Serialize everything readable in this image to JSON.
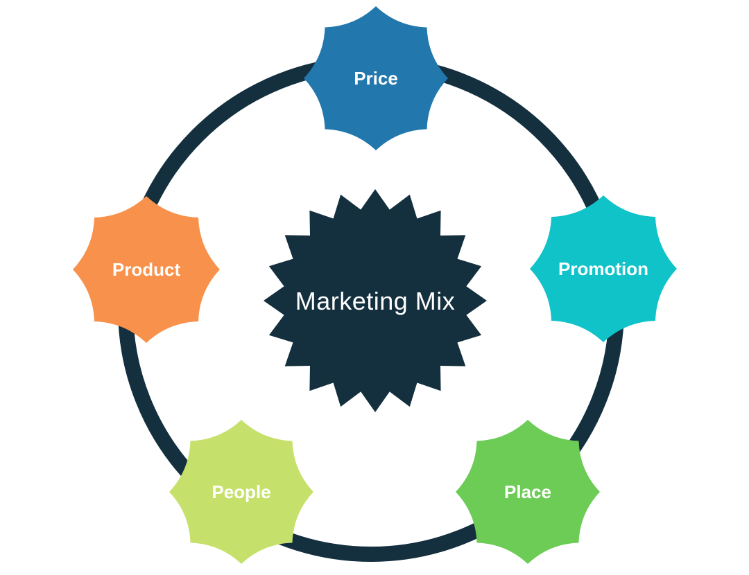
{
  "diagram": {
    "background_color": "#ffffff",
    "ring": {
      "color": "#142f3e"
    },
    "center": {
      "label": "Marketing Mix",
      "color": "#142f3e",
      "text_color": "#ffffff",
      "shape": "starburst-20-point"
    },
    "nodes": [
      {
        "label": "Price",
        "color": "#2277ad",
        "text_color": "#ffffff",
        "position": "top",
        "shape": "badge-8-point"
      },
      {
        "label": "Promotion",
        "color": "#10c3c8",
        "text_color": "#ffffff",
        "position": "right",
        "shape": "badge-8-point"
      },
      {
        "label": "Place",
        "color": "#6ccc55",
        "text_color": "#ffffff",
        "position": "bottom-right",
        "shape": "badge-8-point"
      },
      {
        "label": "People",
        "color": "#c6e16b",
        "text_color": "#ffffff",
        "position": "bottom-left",
        "shape": "badge-8-point"
      },
      {
        "label": "Product",
        "color": "#f8914b",
        "text_color": "#ffffff",
        "position": "left",
        "shape": "badge-8-point"
      }
    ]
  }
}
